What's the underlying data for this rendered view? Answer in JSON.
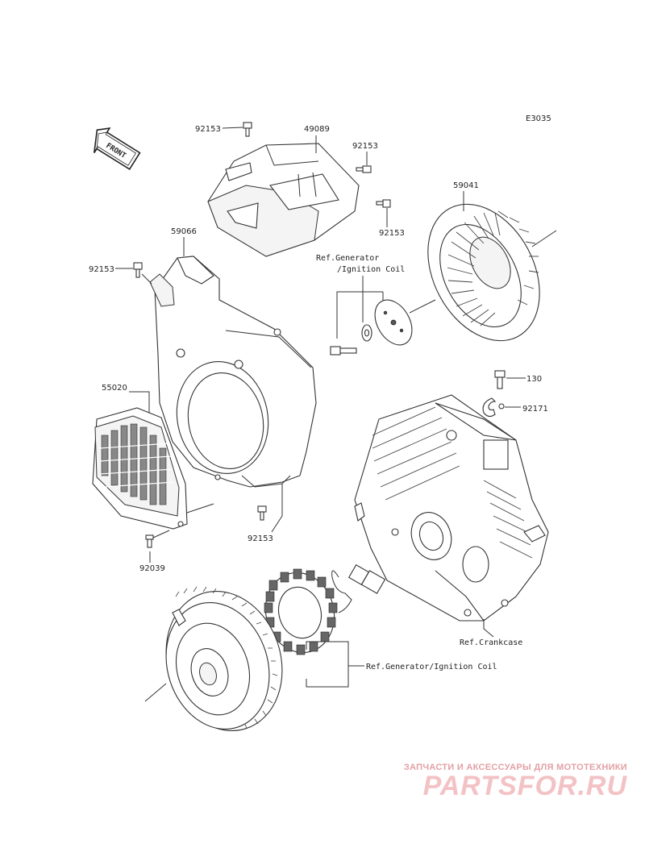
{
  "diagram_code": "E3035",
  "front_marker": "FRONT",
  "labels": {
    "bolt_top_left": "92153",
    "cover_top": "49089",
    "bolt_top_right_a": "92153",
    "bolt_top_right_b": "92153",
    "fan_housing": "59066",
    "bolt_left": "92153",
    "fan": "59041",
    "ref_gen_top_line1": "Ref.Generator",
    "ref_gen_top_line2": "/Ignition Coil",
    "screen": "55020",
    "bolt_130": "130",
    "clamp": "92171",
    "bolt_bottom": "92153",
    "screw": "92039",
    "ref_crankcase": "Ref.Crankcase",
    "ref_gen_bottom": "Ref.Generator/Ignition Coil"
  },
  "watermark": {
    "tagline": "ЗАПЧАСТИ И АКСЕССУАРЫ ДЛЯ МОТОТЕХНИКИ",
    "brand": "PARTSFOR.RU"
  }
}
